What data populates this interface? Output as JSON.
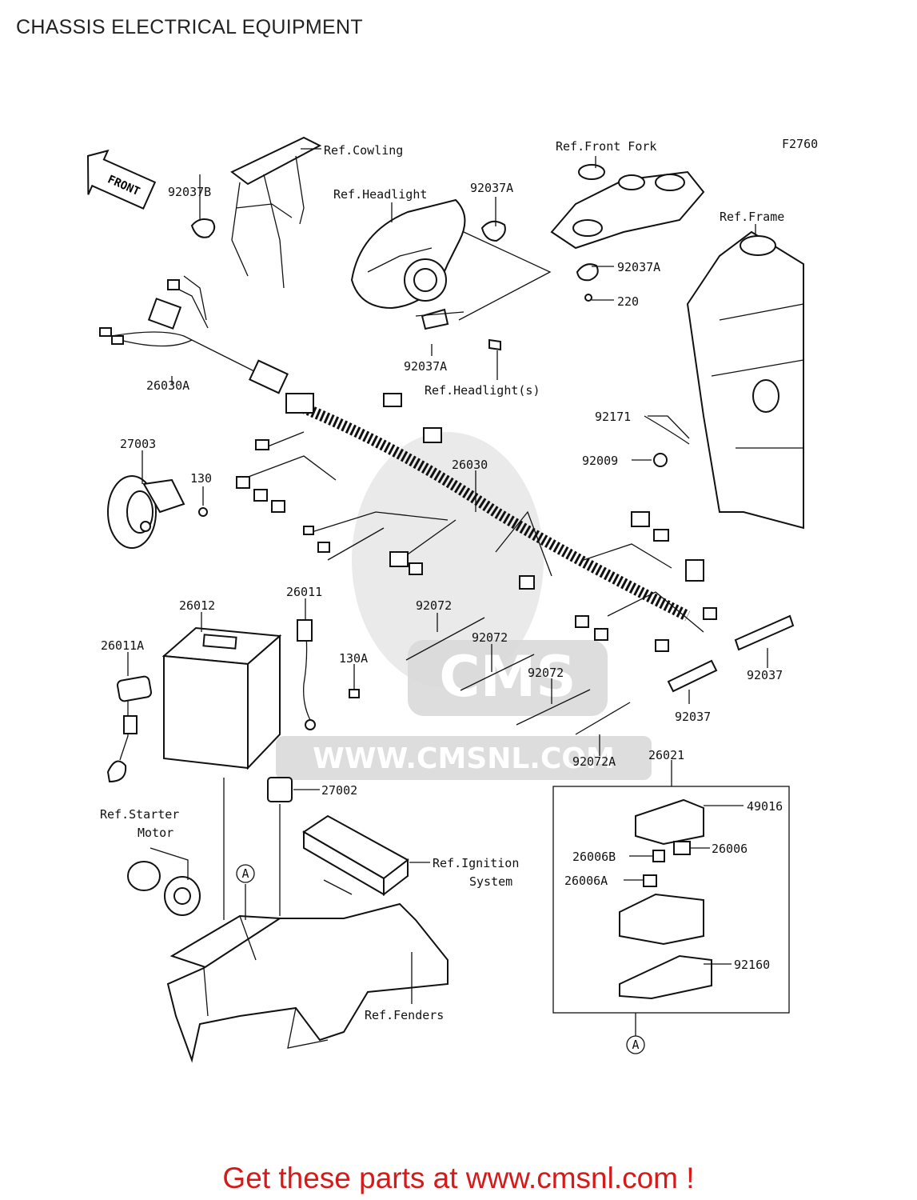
{
  "title": "CHASSIS ELECTRICAL EQUIPMENT",
  "figure_code": "F2760",
  "front_arrow": "FRONT",
  "watermark": {
    "logo_text": "CMS",
    "url_text": "WWW.CMSNL.COM"
  },
  "labels": {
    "ref_cowling": "Ref.Cowling",
    "ref_front_fork": "Ref.Front Fork",
    "ref_headlight": "Ref.Headlight",
    "ref_frame": "Ref.Frame",
    "p92037B": "92037B",
    "p92037A_top": "92037A",
    "p92037A_fork": "92037A",
    "p220": "220",
    "p92037A_bottom": "92037A",
    "ref_headlights": "Ref.Headlight(s)",
    "p26030A": "26030A",
    "p92171": "92171",
    "p27003": "27003",
    "p130": "130",
    "p26030": "26030",
    "p92009": "92009",
    "p26011": "26011",
    "p26012": "26012",
    "p26011A": "26011A",
    "p92072_a": "92072",
    "p92072_b": "92072",
    "p92072_c": "92072",
    "p130A": "130A",
    "p92037_a": "92037",
    "p92037_b": "92037",
    "p92072A": "92072A",
    "p26021": "26021",
    "p27002": "27002",
    "ref_starter_1": "Ref.Starter",
    "ref_starter_2": "Motor",
    "p49016": "49016",
    "p26006B": "26006B",
    "p26006": "26006",
    "p26006A": "26006A",
    "ref_ignition_1": "Ref.Ignition",
    "ref_ignition_2": "System",
    "p92160": "92160",
    "ref_fenders": "Ref.Fenders",
    "circle_a_left": "A",
    "circle_a_right": "A"
  },
  "footer": "Get these parts at www.cmsnl.com !",
  "colors": {
    "footer_text": "#d61a1a",
    "watermark": "#d9d9d9",
    "line": "#111111"
  }
}
